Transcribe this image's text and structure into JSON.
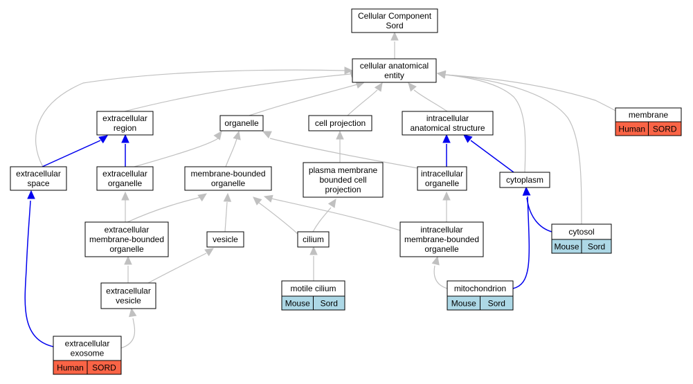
{
  "colors": {
    "human_badge": "#fa6446",
    "mouse_badge": "#add8e6",
    "is_a_edge": "#c0c0c0",
    "part_of_edge": "#0000ee"
  },
  "nodes": {
    "root": [
      "Cellular Component",
      "Sord"
    ],
    "cellular_anatomical_entity": [
      "cellular anatomical",
      "entity"
    ],
    "extracellular_region": [
      "extracellular",
      "region"
    ],
    "organelle": [
      "organelle"
    ],
    "cell_projection": [
      "cell projection"
    ],
    "intracellular_anatomical_structure": [
      "intracellular",
      "anatomical structure"
    ],
    "membrane": [
      "membrane"
    ],
    "extracellular_space": [
      "extracellular",
      "space"
    ],
    "extracellular_organelle": [
      "extracellular",
      "organelle"
    ],
    "membrane_bounded_organelle": [
      "membrane-bounded",
      "organelle"
    ],
    "plasma_membrane_bounded_cell_projection": [
      "plasma membrane",
      "bounded cell",
      "projection"
    ],
    "intracellular_organelle": [
      "intracellular",
      "organelle"
    ],
    "cytoplasm": [
      "cytoplasm"
    ],
    "extracellular_membrane_bounded_organelle": [
      "extracellular",
      "membrane-bounded",
      "organelle"
    ],
    "vesicle": [
      "vesicle"
    ],
    "cilium": [
      "cilium"
    ],
    "intracellular_membrane_bounded_organelle": [
      "intracellular",
      "membrane-bounded",
      "organelle"
    ],
    "cytosol": [
      "cytosol"
    ],
    "extracellular_vesicle": [
      "extracellular",
      "vesicle"
    ],
    "motile_cilium": [
      "motile cilium"
    ],
    "mitochondrion": [
      "mitochondrion"
    ],
    "extracellular_exosome": [
      "extracellular",
      "exosome"
    ]
  },
  "annotations": {
    "membrane": [
      "Human",
      "SORD"
    ],
    "cytosol": [
      "Mouse",
      "Sord"
    ],
    "motile_cilium": [
      "Mouse",
      "Sord"
    ],
    "mitochondrion": [
      "Mouse",
      "Sord"
    ],
    "extracellular_exosome": [
      "Human",
      "SORD"
    ]
  }
}
